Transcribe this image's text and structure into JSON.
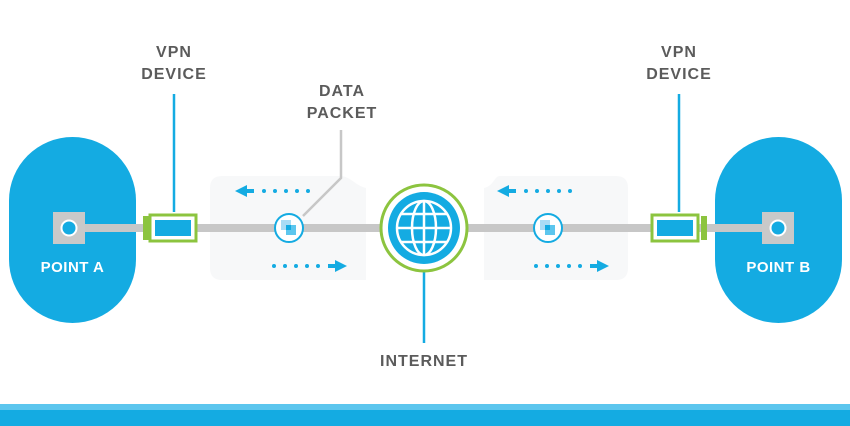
{
  "labels": {
    "vpn_device_left": [
      "VPN",
      "DEVICE"
    ],
    "vpn_device_right": [
      "VPN",
      "DEVICE"
    ],
    "data_packet": [
      "DATA",
      "PACKET"
    ],
    "internet": "INTERNET",
    "point_a": "POINT A",
    "point_b": "POINT B"
  },
  "icons": {
    "globe": "globe-icon",
    "port": "port-icon",
    "packet": "data-packet-icon",
    "arrow_left": "arrow-left-icon",
    "arrow_right": "arrow-right-icon"
  },
  "colors": {
    "blue": "#14abe2",
    "green": "#8cc43f",
    "line_gray": "#c7c7c7",
    "label_gray": "#5b5b5b",
    "panel": "#f7f8f9"
  }
}
